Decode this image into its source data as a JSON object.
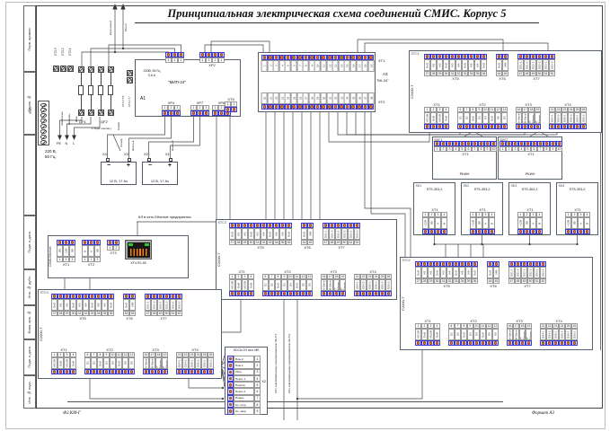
{
  "page": {
    "title": "Принципиальная электрическая схема соединений СМИС. Корпус 5",
    "doc_code": "Ф2.КМ-Г",
    "format_label": "Формат А3"
  },
  "frame": {
    "margin_labels": [
      "Перв. примен.",
      "Справ. №",
      "Подп. и дата",
      "Инв. № дубл.",
      "Взам. инв. №",
      "Подп. и дата",
      "Инв. № подл."
    ]
  },
  "colors": {
    "terminal_band": "#3a3ad0",
    "terminal_dot": "#e8831d",
    "wire": "#444444"
  },
  "callouts": {
    "ethernet": "КЛ в сеть Ethernet предприятия",
    "sc51": "КЛ к чувствительному преобразователю SC-5.1",
    "sc52": "КЛ к чувствительному преобразователю SC-5.2",
    "term_contact": "к Терм. контакту",
    "wire_up1": "Коричневый",
    "wire_up2": "Белый",
    "wire_red1": "Красный",
    "wire_red2": "Красный",
    "wire_blue": "(синий)",
    "net_blue": "Синий"
  },
  "power_input": {
    "xt1_labels": [
      "XT1.3",
      "XT1.2",
      "XT1.1"
    ],
    "qf1": "QF1",
    "qf2": "QF2",
    "xt2_label": "XT2",
    "xt2": {
      "type": "circles",
      "n": 8
    },
    "ground_labels": [
      "Заземление",
      "Нейтраль",
      "Фаза"
    ],
    "pnl": [
      "PE",
      "N",
      "L"
    ],
    "supply1": "220 В,",
    "supply2": "50 Гц.",
    "xt3_n": "XT3.2 \"N\"",
    "xt3_l": "XT3.1 \"L\""
  },
  "mip": {
    "ref": "А1",
    "name": "\"МИП-24\"",
    "pwr_caption1": "220В, 50 Гц",
    "pwr_caption2": "0,6 А",
    "pwr": {
      "dots": "top",
      "numbers": [
        "3",
        "2",
        "1"
      ]
    },
    "xp2": {
      "dots": "top",
      "caption": "XP2",
      "numbers": [
        "4",
        "3",
        "2",
        "1"
      ]
    },
    "xp4": {
      "dots": "bottom",
      "caption": "XP4",
      "numbers": [
        "1",
        "2",
        "3"
      ]
    },
    "xp7": {
      "dots": "bottom",
      "caption": "XP7",
      "numbers": [
        "1",
        "2",
        "3"
      ]
    },
    "xp6": {
      "dots": "bottom",
      "caption": "XP6",
      "numbers": [
        "1",
        "2",
        "3"
      ]
    },
    "xt5": {
      "dots": "bottom",
      "caption": "XT5",
      "numbers": [
        "1",
        "2"
      ]
    }
  },
  "batteries": {
    "minus": "−",
    "plus": "+",
    "bat1": {
      "label": "12 В, 17 Ач",
      "t_left": "X4",
      "t_right": "X3"
    },
    "bat2": {
      "label": "12 В, 17 Ач",
      "t_left": "X2",
      "t_right": "X1"
    }
  },
  "bk24": {
    "ref": "А3",
    "name": "\"БК-24\"",
    "xt1_label": "XT1",
    "xt2_label": "XT2",
    "xt1": {
      "dots": "top",
      "rot": true,
      "numbers": [
        "1",
        "2",
        "3",
        "4",
        "5",
        "6",
        "7",
        "8",
        "9",
        "10",
        "11",
        "12",
        "13",
        "14",
        "15",
        "16",
        "17",
        "18",
        "19"
      ]
    },
    "xt2": {
      "dots": "bottom",
      "rot": true,
      "numbers": [
        "20",
        "21",
        "22",
        "23",
        "24",
        "25",
        "26",
        "27",
        "28",
        "29",
        "30",
        "31",
        "32",
        "33",
        "34",
        "35",
        "36",
        "37",
        "38"
      ]
    }
  },
  "stc": {
    "stc1": "STC1",
    "stc2": "STC2",
    "stc3": "STC3",
    "stc4": "STC4"
  },
  "c2000t": {
    "name": "С2000-Т",
    "xt5": {
      "dots": "top",
      "caption": "XT5",
      "labels": [
        "GnD",
        "AI1",
        "AI2",
        "GnD",
        "AI3",
        "AI4",
        "GnD",
        "AI5",
        "AI6",
        "GnD"
      ],
      "numbers": [
        "27",
        "28",
        "29",
        "30",
        "31",
        "32",
        "33",
        "34",
        "35",
        "36"
      ]
    },
    "xt6": {
      "dots": "top",
      "caption": "XT6",
      "labels": [
        "GnD",
        "24В"
      ],
      "numbers": [
        "44",
        "45"
      ]
    },
    "xt7": {
      "dots": "top",
      "caption": "XT7",
      "labels": [
        "DS1-1",
        "DS1-2",
        "DS2-1",
        "DS2-2",
        "DS3-1",
        "DS3-2"
      ],
      "numbers": [
        "47",
        "48",
        "49",
        "50",
        "51",
        "52"
      ]
    },
    "xt1": {
      "dots": "bottom",
      "caption": "XT1",
      "labels": [
        "AO1/B",
        "GnB",
        "AO2/B",
        "GnB"
      ],
      "numbers": [
        "1",
        "2",
        "3",
        "4"
      ]
    },
    "xt2": {
      "dots": "bottom",
      "caption": "XT2",
      "labels": [
        "D1",
        "D2",
        "GnD",
        "D3",
        "D4",
        "GnD",
        "D5",
        "D6"
      ],
      "numbers": [
        "6",
        "7",
        "8",
        "9",
        "10",
        "11",
        "12",
        "13"
      ]
    },
    "xt3": {
      "dots": "bottom",
      "caption": "XT3",
      "labels": [
        "A-Slave",
        "B-Slave",
        "A-Master",
        "B-Master"
      ],
      "numbers": [
        "16",
        "17",
        "18",
        "19"
      ]
    },
    "xt4": {
      "dots": "bottom",
      "caption": "XT4",
      "labels": [
        "DS4-1",
        "DS4-2",
        "DS5-1",
        "DS5-2",
        "DS6-1",
        "DS6-2"
      ],
      "numbers": [
        "21",
        "22",
        "23",
        "24",
        "25",
        "26"
      ]
    }
  },
  "ethernet_block": {
    "name": "С2000-Ethernet",
    "xt1": {
      "dots": "top",
      "caption": "XT1",
      "labels": [
        "0В",
        "12В",
        "0В"
      ],
      "numbers": [
        "1",
        "2",
        "3"
      ]
    },
    "xt2": {
      "dots": "top",
      "caption": "XT2",
      "labels": [
        "В",
        "А",
        "0В"
      ],
      "numbers": [
        "1",
        "2",
        "3"
      ]
    },
    "xt3": {
      "dots": "top",
      "caption": "XT3",
      "numbers": [
        "1",
        "2"
      ]
    },
    "rj45_caption": "XT4 RJ-45"
  },
  "rkin": {
    "vig1": "ВИГ1",
    "vig2": "ВИГ2",
    "name": "РКИН",
    "strip": {
      "dots": "top",
      "caption": "XT1",
      "numbers": [
        "1",
        "2",
        "3",
        "4",
        "5",
        "6",
        "7",
        "8",
        "9",
        "10"
      ]
    }
  },
  "sts": {
    "labels": [
      "SK1",
      "SK2",
      "SK3",
      "SK4"
    ],
    "name": "STS-303-2",
    "strip": {
      "dots": "bottom",
      "caption": "XT1",
      "labels": [
        "+12В",
        "0В",
        "А",
        "В"
      ],
      "numbers": [
        "1",
        "2",
        "3",
        "4"
      ]
    }
  },
  "essa": {
    "title": "ЭССА-СО исп. МБ",
    "x2": "Х2",
    "rows_labels": [
      "Пож.2",
      "Пож.1",
      "Общ.",
      "Порог 1",
      "Неиспр.",
      "Порог 2",
      "Помех.",
      "Кл. откр.",
      "Кл. закр."
    ],
    "rows_numbers": [
      "1",
      "2",
      "3",
      "4",
      "5",
      "6",
      "7",
      "8",
      "9"
    ]
  }
}
